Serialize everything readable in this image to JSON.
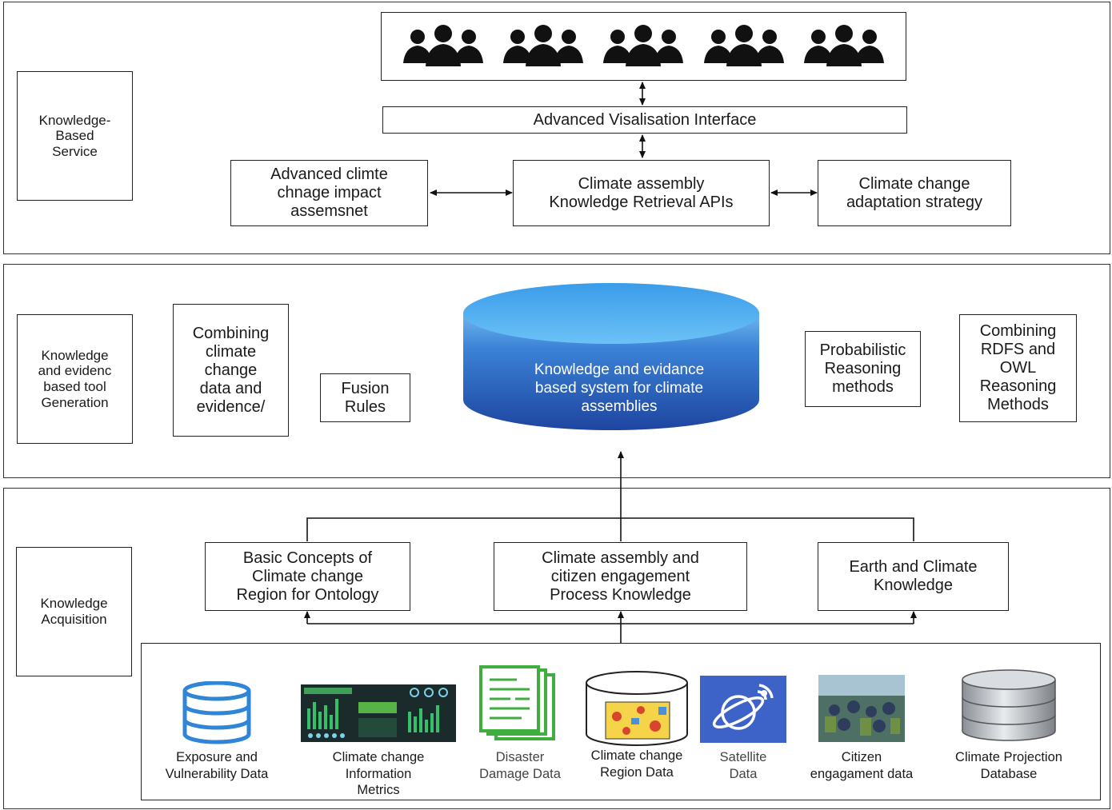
{
  "layers": {
    "service": {
      "label": "Knowledge-\nBased\nService",
      "interface": "Advanced Visalisation Interface",
      "impact": "Advanced climte\nchnage impact\nassemsnet",
      "apis": "Climate assembly\nKnowledge Retrieval APIs",
      "adaptation": "Climate change\nadaptation strategy",
      "user_groups": [
        "users-icon",
        "users-icon",
        "users-icon",
        "users-icon",
        "users-icon"
      ]
    },
    "tool_generation": {
      "label": "Knowledge\nand evidenc\nbased tool\nGeneration",
      "combining": "Combining\nclimate\nchange\ndata and\nevidence/",
      "fusion": "Fusion\nRules",
      "system": "Knowledge and evidance\nbased system for climate\nassemblies",
      "probabilistic": "Probabilistic\nReasoning\nmethods",
      "rdfs": "Combining\nRDFS and\nOWL\nReasoning\nMethods"
    },
    "acquisition": {
      "label": "Knowledge\nAcquisition",
      "basic": "Basic Concepts of\nClimate change\nRegion for Ontology",
      "assembly": "Climate assembly and\ncitizen engagement\nProcess Knowledge",
      "earth": "Earth and Climate\nKnowledge",
      "sources": [
        {
          "label": "Exposure and\nVulnerability Data",
          "icon": "database-icon"
        },
        {
          "label": "Climate change\nInformation\nMetrics",
          "icon": "dashboard-icon"
        },
        {
          "label": "Disaster\nDamage Data",
          "icon": "documents-icon"
        },
        {
          "label": "Climate change\nRegion Data",
          "icon": "map-database-icon"
        },
        {
          "label": "Satellite\nData",
          "icon": "satellite-icon"
        },
        {
          "label": "Citizen\nengagament data",
          "icon": "citizens-photo-icon"
        },
        {
          "label": "Climate Projection\nDatabase",
          "icon": "server-database-icon"
        }
      ]
    }
  },
  "colors": {
    "cylinder_top": "#4aa6ec",
    "cylinder_bottom": "#1f4fa8",
    "satellite_bg": "#3d63c8",
    "dashboard_bg": "#1b2a2a",
    "db_blue": "#2f86d8",
    "doc_green": "#3fae3f"
  }
}
